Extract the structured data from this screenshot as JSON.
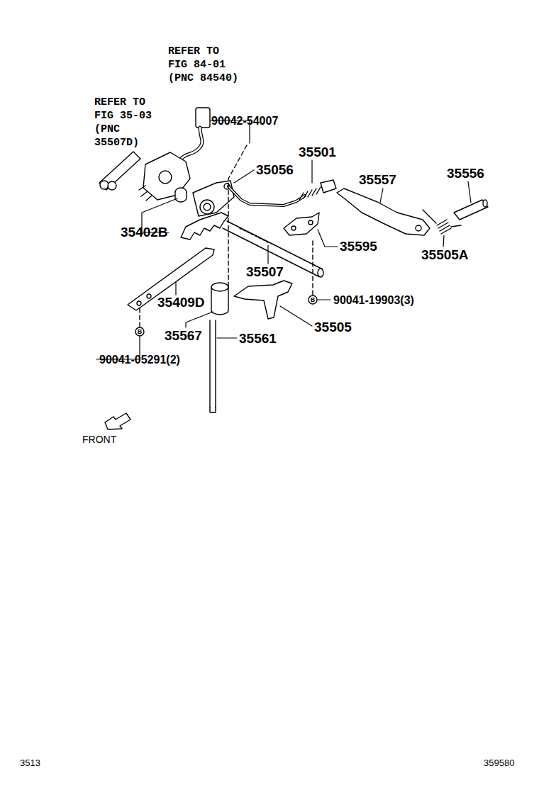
{
  "diagram": {
    "labels": [
      "REFER TO FIG 84-01 (PNC 84540)",
      "REFER TO FIG 35-03 (PNC 35507D)",
      "90042-54007",
      "35501",
      "35056",
      "35557",
      "35556",
      "35402B",
      "35595",
      "35505A",
      "35507",
      "35409D",
      "B",
      "90041-19903(3)",
      "35567",
      "35505",
      "35561",
      "B",
      "90041-05291(2)",
      "FRONT",
      "3513",
      "359580"
    ]
  }
}
